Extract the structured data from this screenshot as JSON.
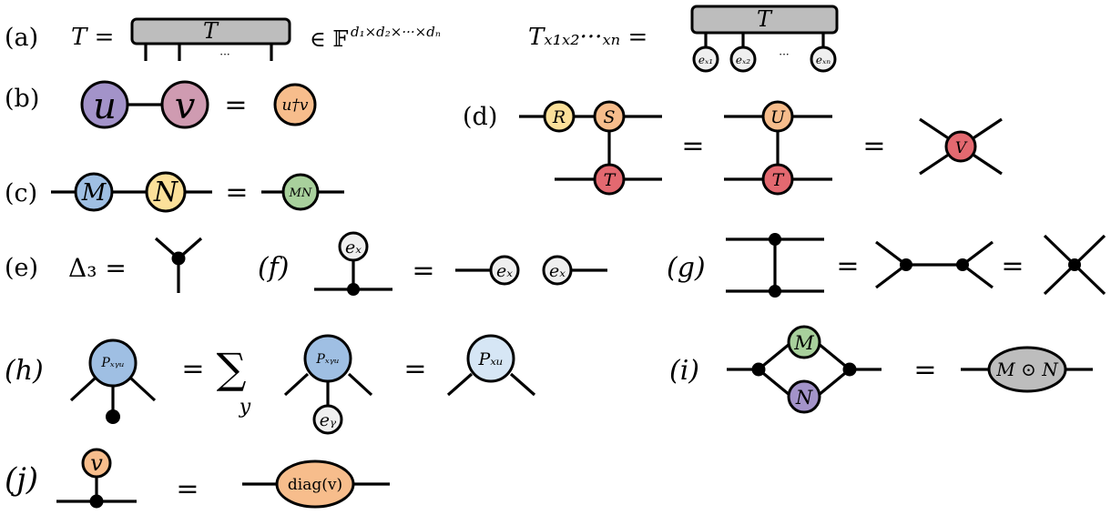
{
  "panel_labels": {
    "a": "(a)",
    "b": "(b)",
    "c": "(c)",
    "d": "(d)",
    "e": "(e)",
    "f": "(f)",
    "g": "(g)",
    "h": "(h)",
    "i": "(i)",
    "j": "(j)"
  },
  "a": {
    "lhs": "T =",
    "tensor_label": "T",
    "ellipsis": "···",
    "membership": "∈ 𝔽",
    "space_exponent": "d₁×d₂×···×dₙ",
    "entry": "Tₓ₁ₓ₂···ₓₙ =",
    "e1": "eₓ₁",
    "e2": "eₓ₂",
    "en": "eₓₙ"
  },
  "b": {
    "u": "u",
    "v": "v",
    "equals": "=",
    "result": "u†v"
  },
  "c": {
    "m": "M",
    "n": "N",
    "equals": "=",
    "result": "MN"
  },
  "d": {
    "r": "R",
    "s": "S",
    "t": "T",
    "u": "U",
    "v": "V",
    "equals": "="
  },
  "e": {
    "lhs": "Δ₃ ="
  },
  "f": {
    "ex": "eₓ",
    "equals": "="
  },
  "g": {
    "equals": "="
  },
  "h": {
    "pxyz": "Pₓᵧᵤ",
    "pxz": "Pₓᵤ",
    "sum": "∑",
    "sum_index": "y",
    "ey": "eᵧ",
    "equals": "="
  },
  "i": {
    "m": "M",
    "n": "N",
    "equals": "=",
    "result": "M ⊙ N"
  },
  "j": {
    "v": "v",
    "equals": "=",
    "result": "diag(v)"
  },
  "colors": {
    "purple": "#a393c9",
    "pink": "#cf9bb1",
    "orange": "#f7bd8c",
    "blue": "#9fbfe3",
    "yellow": "#fbe09a",
    "green": "#a8d09c",
    "red": "#e36970",
    "light_gray": "#efefef",
    "gray": "#bdbdbd"
  }
}
